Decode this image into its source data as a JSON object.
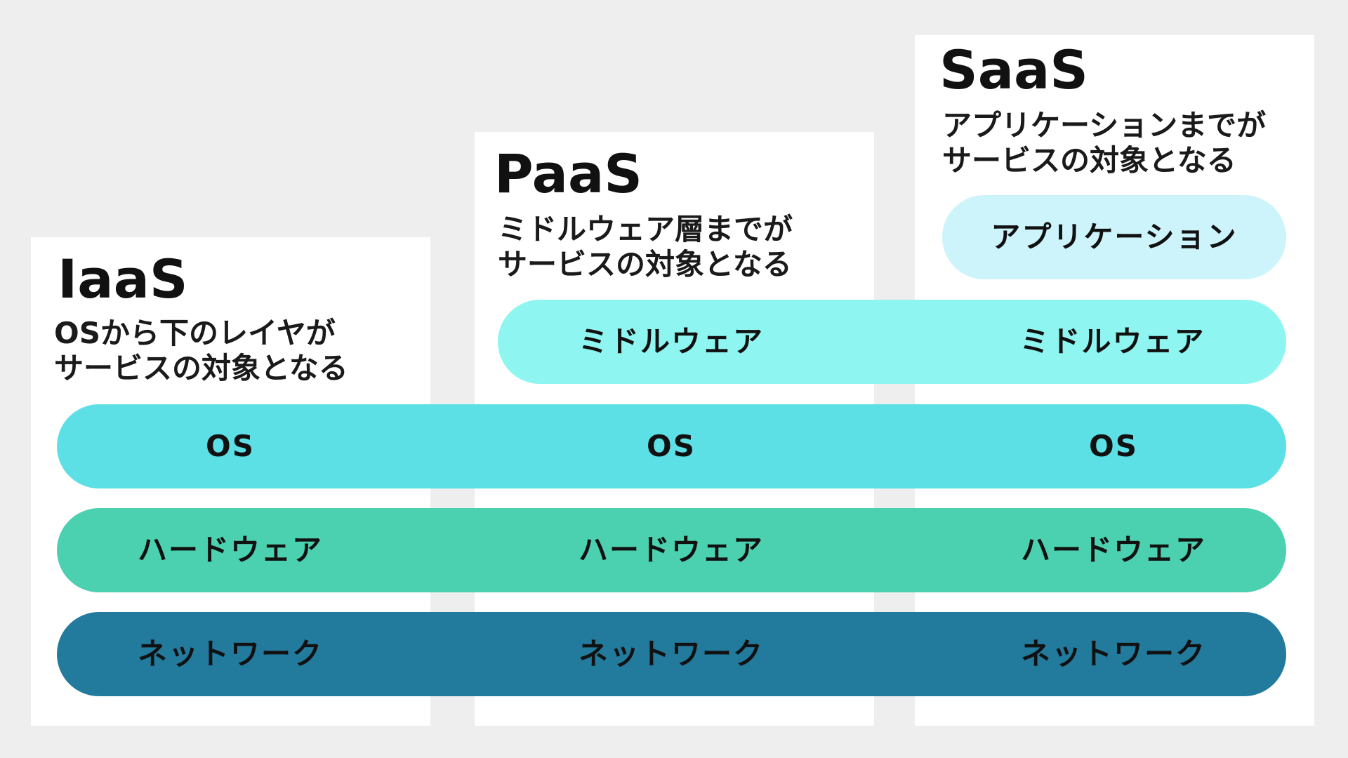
{
  "colors": {
    "background": "#eeeeee",
    "card": "#ffffff",
    "application": "#cdf3fb",
    "middleware": "#8ff5f0",
    "os": "#5ce0e5",
    "hardware": "#4bd1af",
    "network": "#227a9d"
  },
  "columns": [
    {
      "title": "IaaS",
      "description_lines": [
        "OSから下のレイヤが",
        "サービスの対象となる"
      ]
    },
    {
      "title": "PaaS",
      "description_lines": [
        "ミドルウェア層までが",
        "サービスの対象となる"
      ]
    },
    {
      "title": "SaaS",
      "description_lines": [
        "アプリケーションまでが",
        "サービスの対象となる"
      ]
    }
  ],
  "layers": {
    "application": {
      "saas": "アプリケーション"
    },
    "middleware": {
      "paas": "ミドルウェア",
      "saas": "ミドルウェア"
    },
    "os": {
      "iaas": "OS",
      "paas": "OS",
      "saas": "OS"
    },
    "hardware": {
      "iaas": "ハードウェア",
      "paas": "ハードウェア",
      "saas": "ハードウェア"
    },
    "network": {
      "iaas": "ネットワーク",
      "paas": "ネットワーク",
      "saas": "ネットワーク"
    }
  }
}
